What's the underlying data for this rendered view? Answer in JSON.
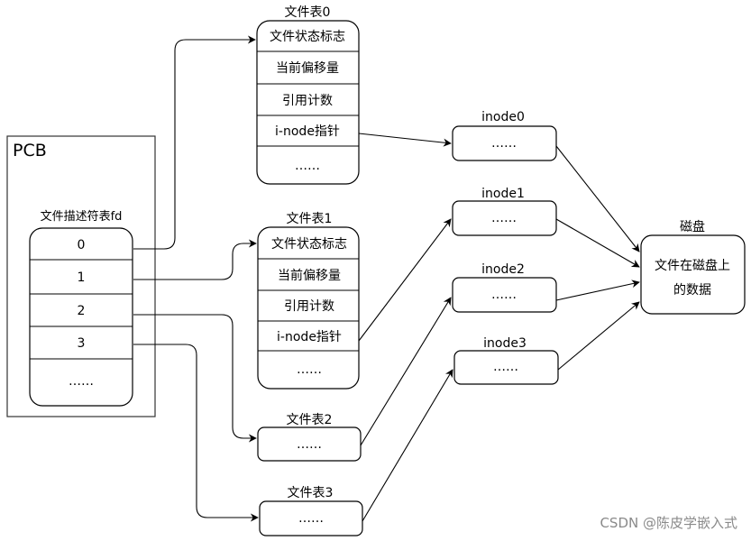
{
  "pcb": {
    "title": "PCB",
    "fd_table_title": "文件描述符表fd",
    "rows": [
      "0",
      "1",
      "2",
      "3",
      "……"
    ]
  },
  "file_tables": [
    {
      "title": "文件表0",
      "rows": [
        "文件状态标志",
        "当前偏移量",
        "引用计数",
        "i-node指针",
        "……"
      ]
    },
    {
      "title": "文件表1",
      "rows": [
        "文件状态标志",
        "当前偏移量",
        "引用计数",
        "i-node指针",
        "……"
      ]
    },
    {
      "title": "文件表2",
      "rows": [
        "……"
      ]
    },
    {
      "title": "文件表3",
      "rows": [
        "……"
      ]
    }
  ],
  "inodes": [
    {
      "title": "inode0",
      "content": "……"
    },
    {
      "title": "inode1",
      "content": "……"
    },
    {
      "title": "inode2",
      "content": "……"
    },
    {
      "title": "inode3",
      "content": "……"
    }
  ],
  "disk": {
    "title": "磁盘",
    "line1": "文件在磁盘上",
    "line2": "的数据"
  },
  "watermark": "CSDN @陈皮学嵌入式"
}
